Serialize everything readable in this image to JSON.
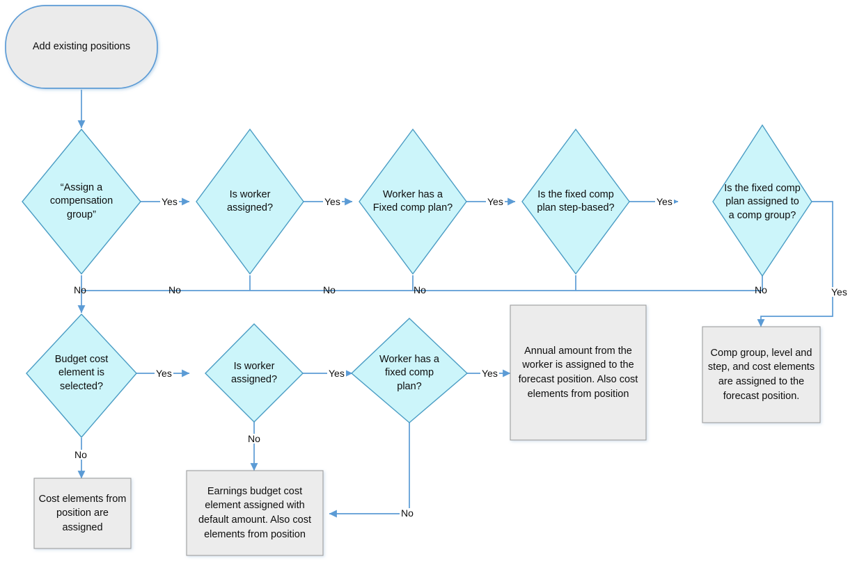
{
  "diagram": {
    "title": "Add existing positions flowchart",
    "colors": {
      "diamond_fill": "#CCF5FA",
      "diamond_stroke": "#4A9CC4",
      "box_fill": "#ECECEC",
      "box_stroke": "#9E9E9E",
      "terminator_fill": "#EBEBEB",
      "terminator_stroke": "#5B9BD5",
      "connector": "#5B9BD5",
      "text": "#0D0D0D",
      "background": "#FFFFFF"
    },
    "nodes": {
      "start": {
        "type": "terminator",
        "label": "Add existing positions"
      },
      "d1": {
        "type": "decision",
        "label": "“Assign a\ncompensation\ngroup”"
      },
      "d2": {
        "type": "decision",
        "label": "Is worker\nassigned?"
      },
      "d3": {
        "type": "decision",
        "label": "Worker has a\nFixed comp plan?"
      },
      "d4": {
        "type": "decision",
        "label": "Is the fixed comp\nplan step-based?"
      },
      "d5": {
        "type": "decision",
        "label": "Is the fixed comp\nplan assigned to\na comp group?"
      },
      "d6": {
        "type": "decision",
        "label": "Budget cost\nelement is\nselected?"
      },
      "d7": {
        "type": "decision",
        "label": "Is worker\nassigned?"
      },
      "d8": {
        "type": "decision",
        "label": "Worker has a\nfixed comp\nplan?"
      },
      "b_annual": {
        "type": "process",
        "label": "Annual amount from the worker is assigned to the forecast position. Also cost elements from position"
      },
      "b_compgroup": {
        "type": "process",
        "label": "Comp group, level and step, and cost elements are assigned to the forecast position."
      },
      "b_costelements": {
        "type": "process",
        "label": "Cost elements from position are assigned"
      },
      "b_earnings": {
        "type": "process",
        "label": "Earnings budget cost element assigned with default amount. Also cost elements from position"
      }
    },
    "edge_labels": {
      "yes_d1_d2": "Yes",
      "yes_d2_d3": "Yes",
      "yes_d3_d4": "Yes",
      "yes_d4_d5": "Yes",
      "yes_d5_out": "Yes",
      "no_d1": "No",
      "no_d2": "No",
      "no_d3": "No",
      "no_d4": "No",
      "no_d5": "No",
      "yes_d6_d7": "Yes",
      "yes_d7_d8": "Yes",
      "yes_d8_box": "Yes",
      "no_d6": "No",
      "no_d7": "No",
      "no_d8": "No"
    }
  }
}
